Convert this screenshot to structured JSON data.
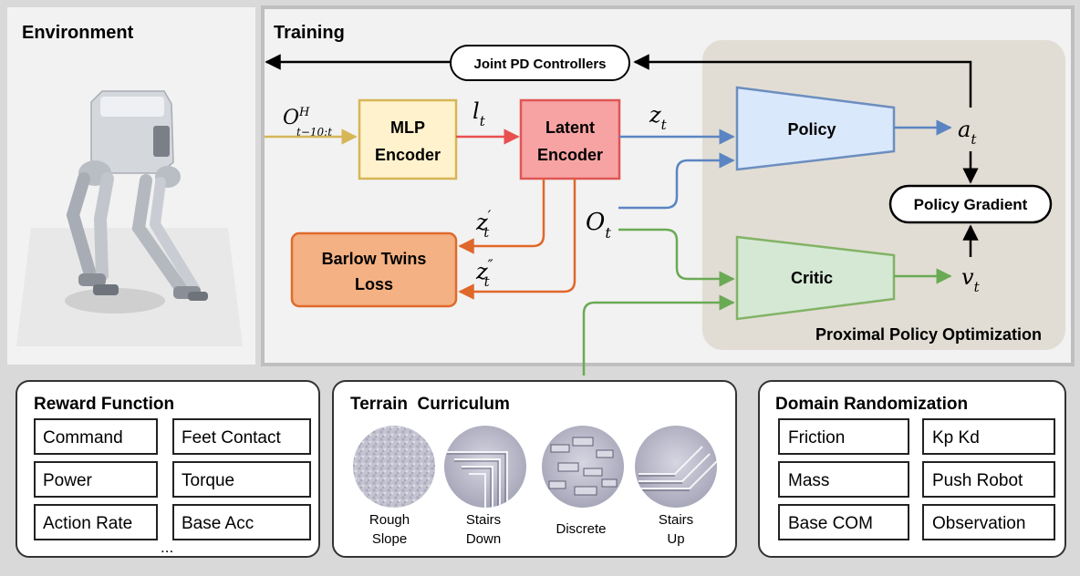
{
  "panels": {
    "environment": "Environment",
    "training": "Training",
    "ppo": "Proximal Policy Optimization"
  },
  "nodes": {
    "joint_pd": "Joint PD Controllers",
    "mlp_l1": "MLP",
    "mlp_l2": "Encoder",
    "latent_l1": "Latent",
    "latent_l2": "Encoder",
    "barlow_l1": "Barlow Twins",
    "barlow_l2": "Loss",
    "policy": "Policy",
    "critic": "Critic",
    "policy_gradient": "Policy Gradient"
  },
  "symbols": {
    "obs_hist_base": "O",
    "obs_hist_sup": "H",
    "obs_hist_sub": "t−10:t",
    "l_base": "l",
    "l_sub": "t",
    "z_base": "z",
    "z_sub": "t",
    "zp_base": "z",
    "zp_sup": "′",
    "zp_sub": "t",
    "zpp_base": "z",
    "zpp_sup": "″",
    "zpp_sub": "t",
    "o_base": "O",
    "o_sub": "t",
    "a_base": "a",
    "a_sub": "t",
    "v_base": "v",
    "v_sub": "t"
  },
  "reward": {
    "title": "Reward Function",
    "items": [
      "Command",
      "Feet Contact",
      "Power",
      "Torque",
      "Action Rate",
      "Base Acc"
    ],
    "more": "..."
  },
  "terrain": {
    "title": "Terrain  Curriculum",
    "items": [
      {
        "l1": "Rough",
        "l2": "Slope"
      },
      {
        "l1": "Stairs",
        "l2": "Down"
      },
      {
        "l1": "Discrete",
        "l2": ""
      },
      {
        "l1": "Stairs",
        "l2": "Up"
      }
    ]
  },
  "domain": {
    "title": "Domain Randomization",
    "items": [
      "Friction",
      "Kp Kd",
      "Mass",
      "Push Robot",
      "Base COM",
      "Observation"
    ]
  },
  "colors": {
    "mlp_fill": "#fff2cc",
    "mlp_stroke": "#d6b656",
    "latent_fill": "#f8a3a3",
    "latent_stroke": "#e05555",
    "barlow_fill": "#f4b183",
    "barlow_stroke": "#e06a2c",
    "policy_fill": "#dae8fc",
    "policy_stroke": "#6c8ebf",
    "critic_fill": "#d5e8d4",
    "critic_stroke": "#82b366",
    "ppo_bg": "#e2ddd4"
  }
}
